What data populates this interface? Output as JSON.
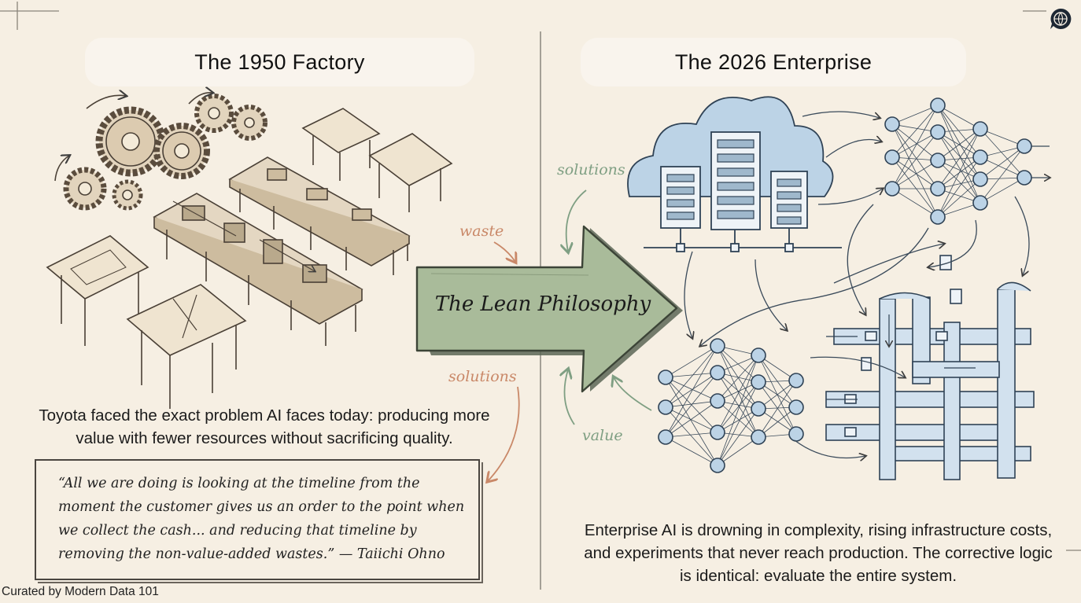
{
  "left_panel": {
    "title": "The 1950 Factory",
    "caption": "Toyota faced the exact problem AI faces today: producing more value with fewer resources without sacrificing quality.",
    "quote": "“All we are doing is looking at the timeline from the moment the customer gives us an order to the point when we collect the cash... and reducing that timeline by removing the non-value-added wastes.” — Taiichi Ohno"
  },
  "right_panel": {
    "title": "The 2026 Enterprise",
    "caption": "Enterprise AI is drowning in complexity, rising infrastructure costs, and experiments that never reach production. The corrective logic is identical: evaluate the entire system."
  },
  "center": {
    "arrow_label": "The Lean Philosophy",
    "labels": {
      "waste": "waste",
      "solutions_left": "solutions",
      "solutions_right": "solutions",
      "value": "value"
    }
  },
  "footer": {
    "credit": "Curated by Modern Data 101"
  },
  "icons": {
    "logo": "globe-chat-icon"
  },
  "colors": {
    "background": "#f6efe3",
    "arrow_fill": "#a9bb9a",
    "waste_label": "#c98868",
    "value_label": "#7f9f83",
    "sketch_blue": "#bcd3e6"
  }
}
